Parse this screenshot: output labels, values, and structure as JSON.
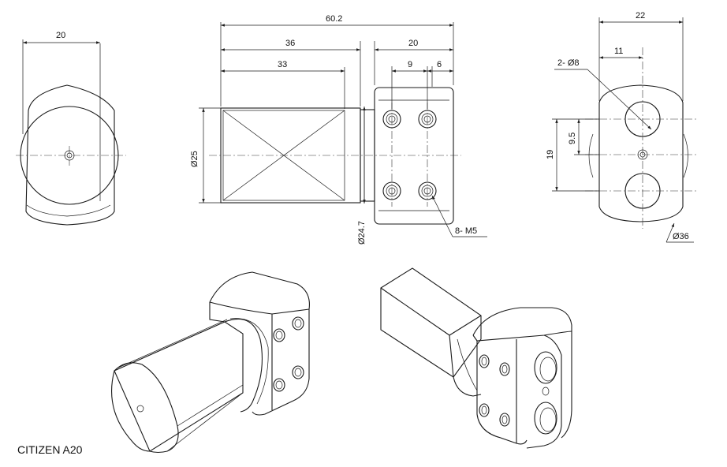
{
  "model_label": "CITIZEN A20",
  "dimensions": {
    "side_width": "20",
    "overall_length": "60.2",
    "shank_length": "36",
    "flat_length": "33",
    "head_length": "20",
    "hole_spacing": "9",
    "hole_offset": "6",
    "shank_diameter": "Ø25",
    "neck_diameter": "Ø24.7",
    "thread_callout": "8- M5",
    "end_width": "22",
    "end_half_width": "11",
    "bore_callout": "2- Ø8",
    "bore_offset_small": "9.5",
    "bore_spacing": "19",
    "head_diameter": "Ø36"
  }
}
